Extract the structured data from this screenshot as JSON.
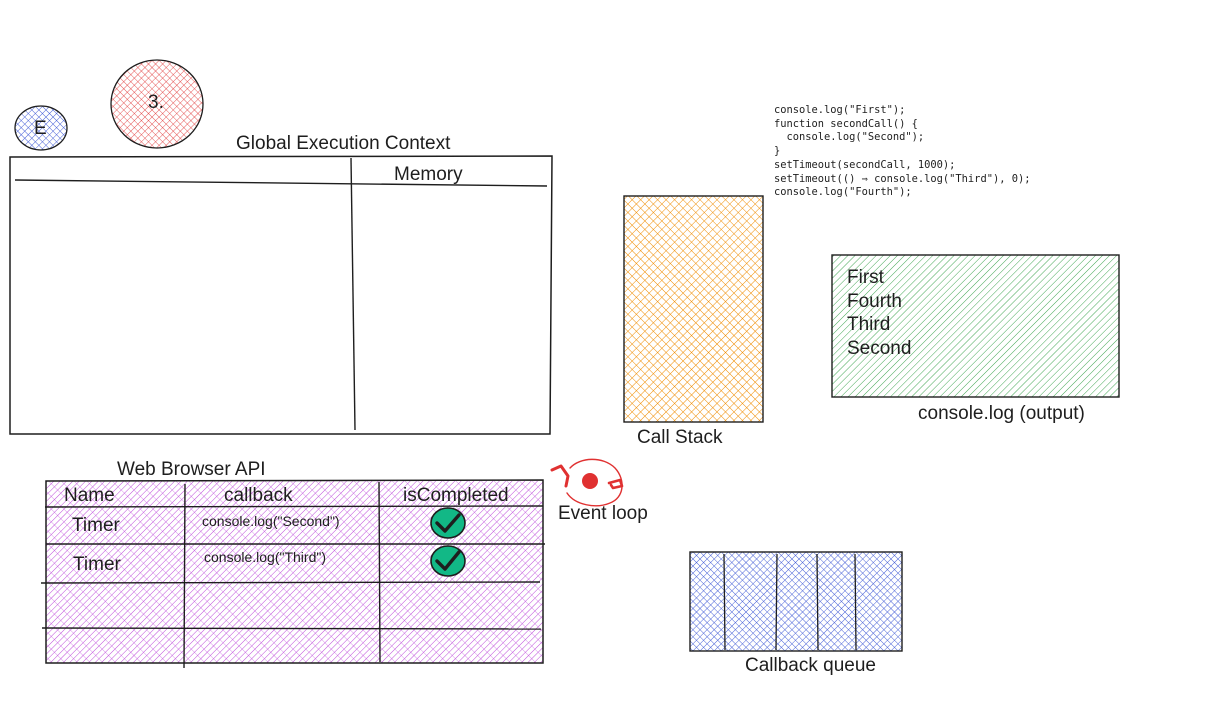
{
  "colors": {
    "stroke": "#1e1e1e",
    "blue_hatch": "#4a63d8",
    "red_hatch": "#e03131",
    "orange_hatch": "#f08c00",
    "green_hatch": "#2f9e44",
    "purple_hatch": "#be4bdb",
    "check_fill": "#12b886"
  },
  "badges": {
    "small": "E",
    "large": "3."
  },
  "global_context": {
    "title": "Global Execution Context",
    "memory_label": "Memory"
  },
  "code_snippet": {
    "lines": [
      "console.log(\"First\");",
      "function secondCall() {",
      "  console.log(\"Second\");",
      "}",
      "setTimeout(secondCall, 1000);",
      "setTimeout(() ⇒ console.log(\"Third\"), 0);",
      "console.log(\"Fourth\");"
    ]
  },
  "call_stack": {
    "label": "Call Stack"
  },
  "console_output": {
    "label": "console.log (output)",
    "lines": [
      "First",
      "Fourth",
      "Third",
      "Second"
    ]
  },
  "web_api": {
    "title": "Web Browser API",
    "headers": [
      "Name",
      "callback",
      "isCompleted"
    ],
    "rows": [
      {
        "name": "Timer",
        "callback": "console.log(\"Second\")",
        "completed": true
      },
      {
        "name": "Timer",
        "callback": "console.log(\"Third\")",
        "completed": true
      }
    ]
  },
  "event_loop": {
    "label": "Event loop"
  },
  "callback_queue": {
    "label": "Callback queue"
  }
}
